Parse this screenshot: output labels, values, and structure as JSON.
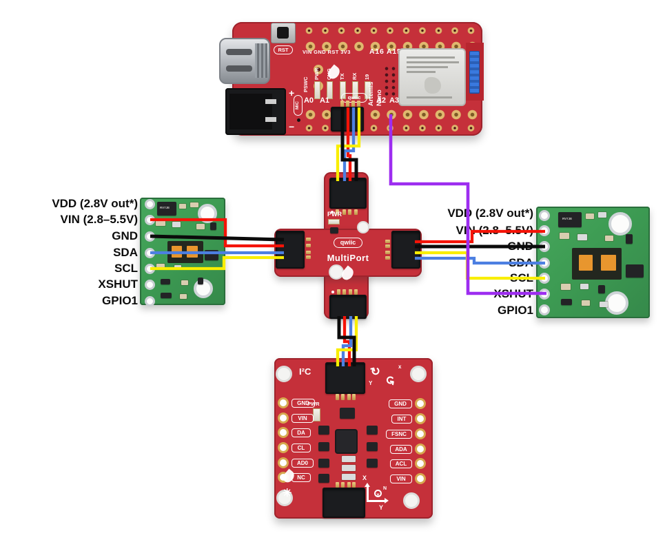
{
  "wire_colors": {
    "black": "#0b0b0b",
    "red": "#f41307",
    "blue": "#4c7fe1",
    "yellow": "#f9ee00",
    "purple": "#9d2df0"
  },
  "board_colors": {
    "sparkfun_red": "#c5303a",
    "pololu_green": "#3d9b53"
  },
  "artemis": {
    "rst_button_label": "RST",
    "pswc": "PSWC",
    "mic": "MIC",
    "power_pin_row": "VIN GND RST 3V3",
    "analog_pin_row": "A16 A15 A14",
    "led_labels": [
      "PWR",
      "CHG",
      "TX",
      "RX",
      "19"
    ],
    "module_line1": "Artemis",
    "module_line2": "Nano",
    "a0": "A0",
    "a1": "A1",
    "a2": "A2",
    "a3": "A3",
    "qwiic_logo": "qwiic",
    "battery_plus": "+",
    "battery_minus": "−"
  },
  "multiport": {
    "pwr_label": "PWR",
    "qwiic_logo": "qwiic",
    "board_name": "MultiPort"
  },
  "left_sensor": {
    "pin_labels": [
      "VDD (2.8V out*)",
      "VIN (2.8–5.5V)",
      "GND",
      "SDA",
      "SCL",
      "XSHUT",
      "GPIO1"
    ],
    "regulator_marking": "RV7JE"
  },
  "right_sensor": {
    "pin_labels": [
      "VDD (2.8V out*)",
      "VIN (2.8–5.5V)",
      "GND",
      "SDA",
      "SCL",
      "XSHUT",
      "GPIO1"
    ],
    "regulator_marking": "RV7JE"
  },
  "imu": {
    "bus_label": "I²C",
    "pwr_label": "PWR",
    "left_pin_labels": [
      "GND",
      "VIN",
      "DA",
      "CL",
      "AD0",
      "NC"
    ],
    "right_pin_labels": [
      "GND",
      "INT",
      "FSNC",
      "ADA",
      "ACL",
      "VIN"
    ],
    "axis_x": "X",
    "axis_y": "Y",
    "axis_n": "N"
  }
}
